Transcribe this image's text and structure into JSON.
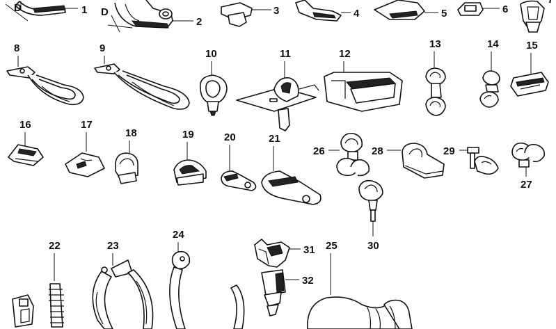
{
  "labels": {
    "l1": "1",
    "l2": "2",
    "l3": "3",
    "l4": "4",
    "l5": "5",
    "l6": "6",
    "l7": "7",
    "l8": "8",
    "l9": "9",
    "l10": "10",
    "l11": "11",
    "l12": "12",
    "l13": "13",
    "l14": "14",
    "l15": "15",
    "l16": "16",
    "l17": "17",
    "l18": "18",
    "l19": "19",
    "l20": "20",
    "l21": "21",
    "l22": "22",
    "l23": "23",
    "l24": "24",
    "l25": "25",
    "l26": "26",
    "l27": "27",
    "l28": "28",
    "l29": "29",
    "l30": "30",
    "l31": "31",
    "l32": "32",
    "dimA": "D",
    "dimB": "D"
  }
}
